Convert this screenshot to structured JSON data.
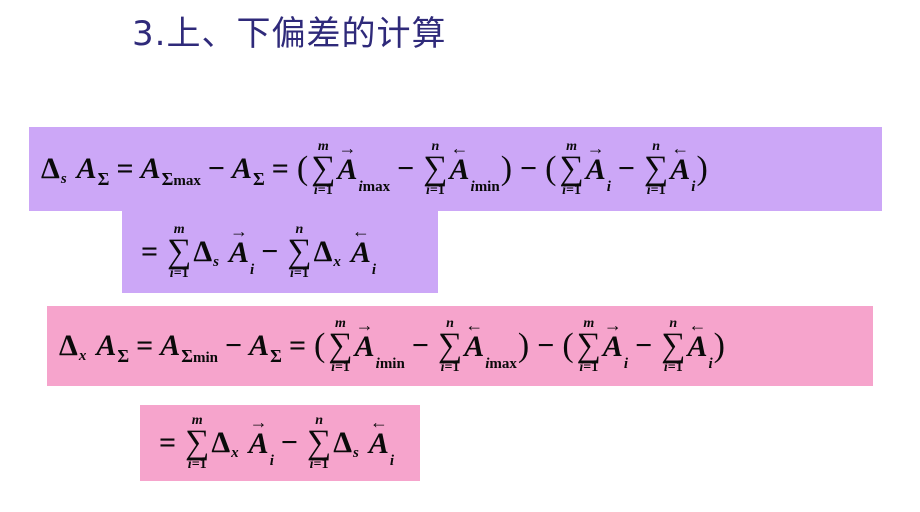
{
  "title": "3.上、下偏差的计算",
  "symbols": {
    "delta": "Δ",
    "A": "A",
    "sigma_sub": "Σ",
    "sum": "∑",
    "equals": "=",
    "minus": "−",
    "lparen": "(",
    "rparen": ")",
    "arrow_right": "→",
    "arrow_left": "←",
    "i": "i",
    "i_eq_1": "=1",
    "m": "m",
    "n": "n",
    "s": "s",
    "x": "x",
    "max": "max",
    "min": "min"
  },
  "colors": {
    "title": "#2f2a7a",
    "purple_box": "#cca7f7",
    "pink_box": "#f6a4cc"
  }
}
